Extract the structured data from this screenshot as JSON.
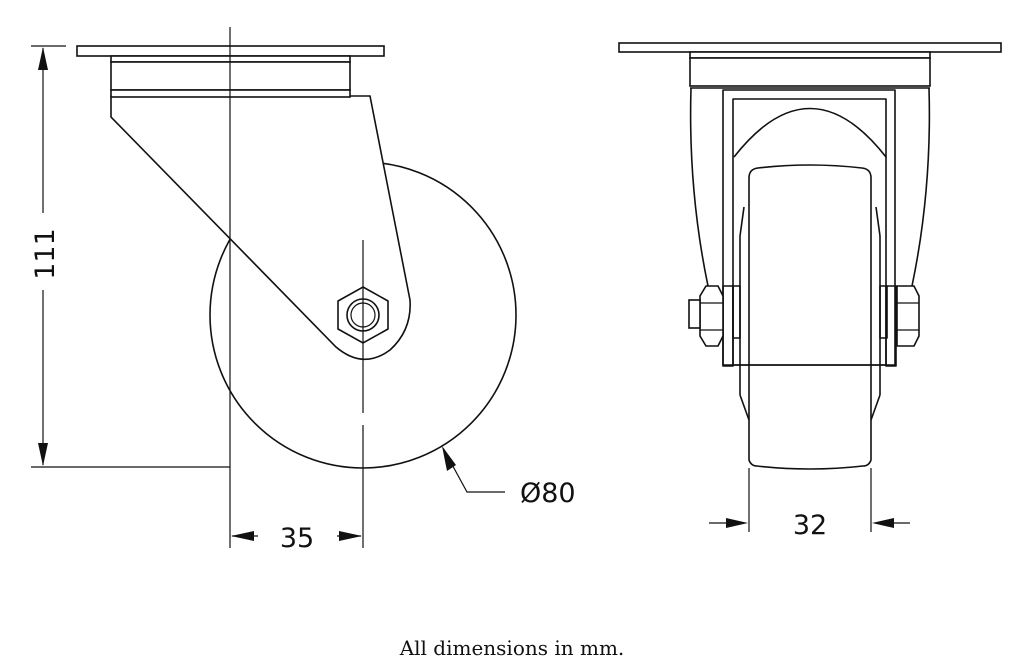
{
  "drawing": {
    "subject": "swivel caster",
    "views": [
      "front-side view",
      "end view"
    ],
    "dimensions": {
      "overall_height": "111",
      "wheel_diameter": "Ø80",
      "swivel_offset": "35",
      "wheel_width": "32"
    },
    "caption": "All dimensions in mm.",
    "line_color": "#111111",
    "background": "#ffffff"
  }
}
